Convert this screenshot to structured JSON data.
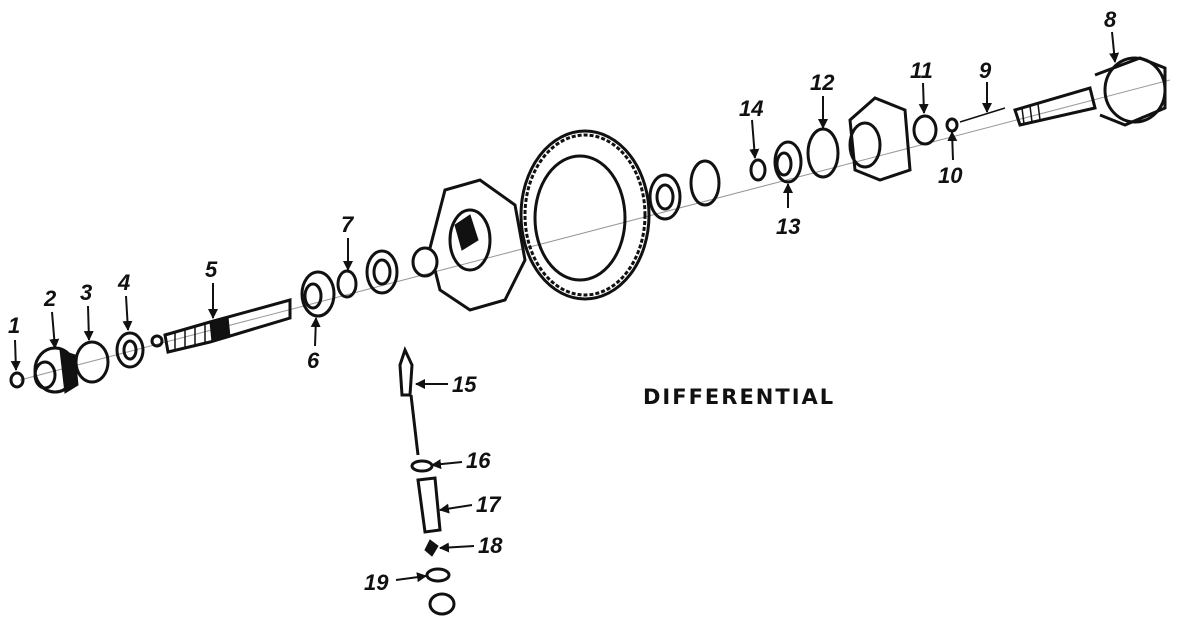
{
  "title": "DIFFERENTIAL",
  "callouts": [
    "1",
    "2",
    "3",
    "4",
    "5",
    "6",
    "7",
    "8",
    "9",
    "10",
    "11",
    "12",
    "13",
    "14",
    "15",
    "16",
    "17",
    "18",
    "19"
  ]
}
